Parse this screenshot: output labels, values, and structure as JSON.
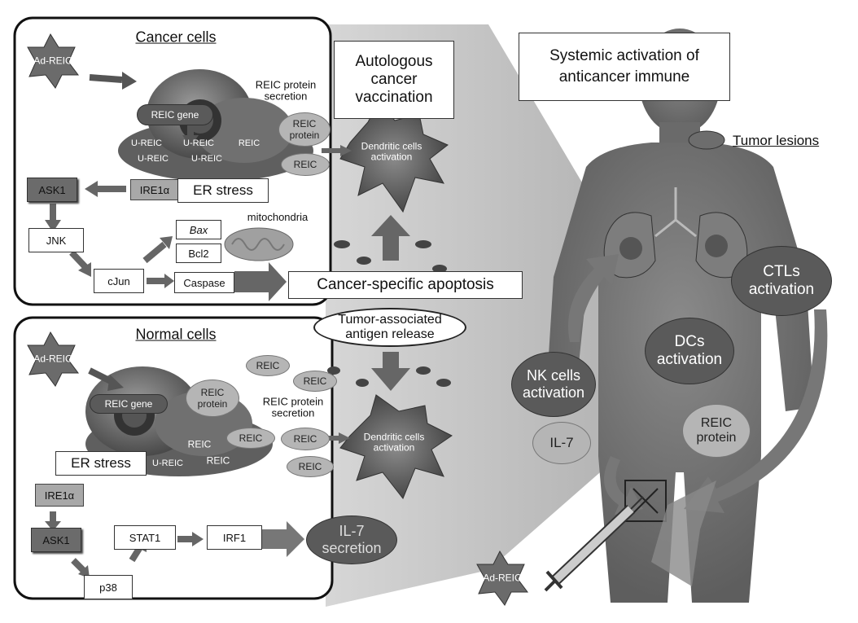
{
  "cancer": {
    "title": "Cancer cells",
    "ad_reic": "Ad-REIC",
    "reic_gene": "REIC gene",
    "ureic": [
      "U-REIC",
      "U-REIC",
      "REIC",
      "U-REIC",
      "U-REIC"
    ],
    "secretion_label": "REIC protein\nsecretion",
    "reic_protein": "REIC\nprotein",
    "reic": "REIC",
    "ask1": "ASK1",
    "ire1a": "IRE1α",
    "er_stress": "ER stress",
    "jnk": "JNK",
    "cjun": "cJun",
    "bax": "Bax",
    "bcl2": "Bcl2",
    "caspase": "Caspase",
    "mitochondria": "mitochondria"
  },
  "normal": {
    "title": "Normal cells",
    "ad_reic": "Ad-REIC",
    "reic_gene": "REIC gene",
    "reic_protein": "REIC\nprotein",
    "secretion_label": "REIC protein\nsecretion",
    "reic_cell_labels": [
      "REIC",
      "U-REIC",
      "REIC"
    ],
    "er_stress": "ER stress",
    "ire1a": "IRE1α",
    "ask1": "ASK1",
    "stat1": "STAT1",
    "irf1": "IRF1",
    "p38": "p38",
    "il7_secretion": "IL-7\nsecretion"
  },
  "middle": {
    "autologous": "Autologous\ncancer\nvaccination",
    "dc_top": "Dendritic cells\nactivation",
    "dc_bottom": "Dendritic cells\nactivation",
    "apoptosis": "Cancer-specific apoptosis",
    "antigen": "Tumor-associated\nantigen release",
    "reic_floating": [
      "REIC",
      "REIC",
      "REIC",
      "REIC",
      "REIC"
    ]
  },
  "systemic": {
    "title": "Systemic activation of\nanticancer immune",
    "tumor_lesions": "Tumor lesions",
    "ctls": "CTLs\nactivation",
    "dcs": "DCs\nactivation",
    "nk": "NK cells\nactivation",
    "il7": "IL-7",
    "reic_protein": "REIC\nprotein",
    "ad_reic": "Ad-REIC"
  }
}
